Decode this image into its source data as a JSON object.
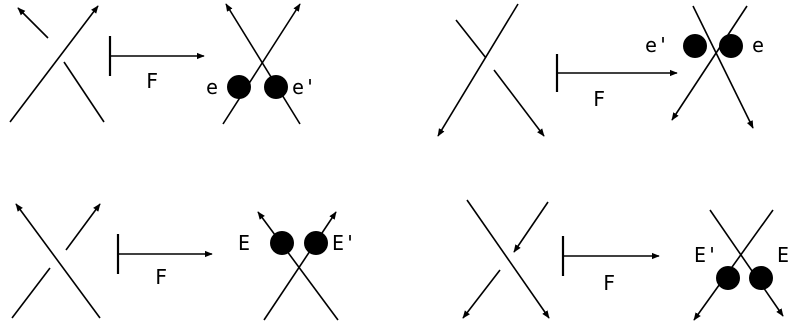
{
  "panels": [
    {
      "id": "top-left",
      "map_label": "F",
      "bead_labels": {
        "left": "e",
        "right": "e'"
      },
      "bead_position": "below-crossing"
    },
    {
      "id": "top-right",
      "map_label": "F",
      "bead_labels": {
        "left": "e'",
        "right": "e"
      },
      "bead_position": "above-crossing"
    },
    {
      "id": "bottom-left",
      "map_label": "F",
      "bead_labels": {
        "left": "E",
        "right": "E'"
      },
      "bead_position": "above-crossing"
    },
    {
      "id": "bottom-right",
      "map_label": "F",
      "bead_labels": {
        "left": "E'",
        "right": "E"
      },
      "bead_position": "below-crossing"
    }
  ],
  "colors": {
    "ink": "#000000",
    "background": "#ffffff"
  }
}
